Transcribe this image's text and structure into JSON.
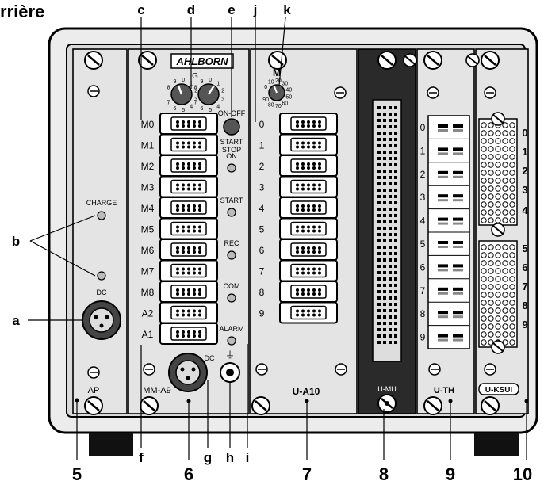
{
  "title": "rrière",
  "brand": "AHLBORN",
  "callouts": {
    "c": "c",
    "d": "d",
    "e": "e",
    "j": "j",
    "k": "k",
    "b": "b",
    "a": "a",
    "f": "f",
    "g": "g",
    "h": "h",
    "i": "i"
  },
  "bottom_numbers": [
    "5",
    "6",
    "7",
    "8",
    "9",
    "10"
  ],
  "module_ap": {
    "charge": "CHARGE",
    "dc": "DC",
    "name": "AP"
  },
  "module_mm": {
    "name": "MM-A9",
    "dial_labels": {
      "g": "G"
    },
    "dial_left_ticks": [
      "8",
      "9",
      "0",
      "1",
      "2",
      "3",
      "4",
      "5",
      "6",
      "7"
    ],
    "dial_right_ticks": [
      "8",
      "9",
      "0",
      "1",
      "2",
      "3",
      "4",
      "5",
      "6",
      "7"
    ],
    "channels": [
      "M0",
      "M1",
      "M2",
      "M3",
      "M4",
      "M5",
      "M6",
      "M7",
      "M8",
      "A2",
      "A1"
    ],
    "on_off": "ON-OFF",
    "start_stop_1": "START",
    "start_stop_2": "STOP",
    "leds": [
      "ON",
      "START",
      "REC",
      "COM",
      "ALARM"
    ],
    "dc": "DC",
    "ground": "⏚"
  },
  "module_a10": {
    "name": "U-A10",
    "dial_label": "M",
    "dial_ticks": [
      "0",
      "10",
      "20",
      "30",
      "40",
      "50",
      "60",
      "70",
      "80",
      "90"
    ],
    "channels": [
      "0",
      "1",
      "2",
      "3",
      "4",
      "5",
      "6",
      "7",
      "8",
      "9"
    ]
  },
  "module_mu": {
    "name": "U-MU"
  },
  "module_th": {
    "name": "U-TH",
    "channels": [
      "0",
      "1",
      "2",
      "3",
      "4",
      "5",
      "6",
      "7",
      "8",
      "9"
    ]
  },
  "module_ksui": {
    "name": "U-KSUI",
    "channels": [
      "0",
      "1",
      "2",
      "3",
      "4",
      "5",
      "6",
      "7",
      "8",
      "9"
    ]
  }
}
